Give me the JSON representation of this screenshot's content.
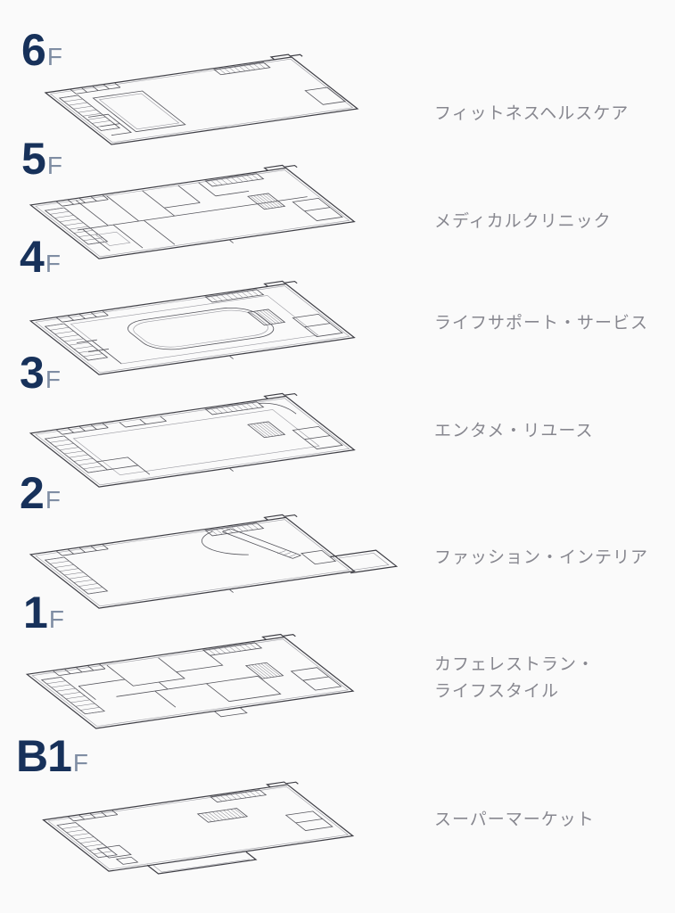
{
  "colors": {
    "background": "#fafafa",
    "floor_number": "#17315a",
    "floor_suffix": "#7f8da3",
    "category_text": "#87878f",
    "plan_line": "#3e3e45"
  },
  "floors": [
    {
      "id": "6f",
      "number": "6",
      "suffix": "F",
      "category": "フィットネスヘルスケア"
    },
    {
      "id": "5f",
      "number": "5",
      "suffix": "F",
      "category": "メディカルクリニック"
    },
    {
      "id": "4f",
      "number": "4",
      "suffix": "F",
      "category": "ライフサポート・サービス"
    },
    {
      "id": "3f",
      "number": "3",
      "suffix": "F",
      "category": "エンタメ・リユース"
    },
    {
      "id": "2f",
      "number": "2",
      "suffix": "F",
      "category": "ファッション・インテリア"
    },
    {
      "id": "1f",
      "number": "1",
      "suffix": "F",
      "category": "カフェレストラン・\nライフスタイル"
    },
    {
      "id": "b1f",
      "number": "B1",
      "suffix": "F",
      "category": "スーパーマーケット"
    }
  ]
}
